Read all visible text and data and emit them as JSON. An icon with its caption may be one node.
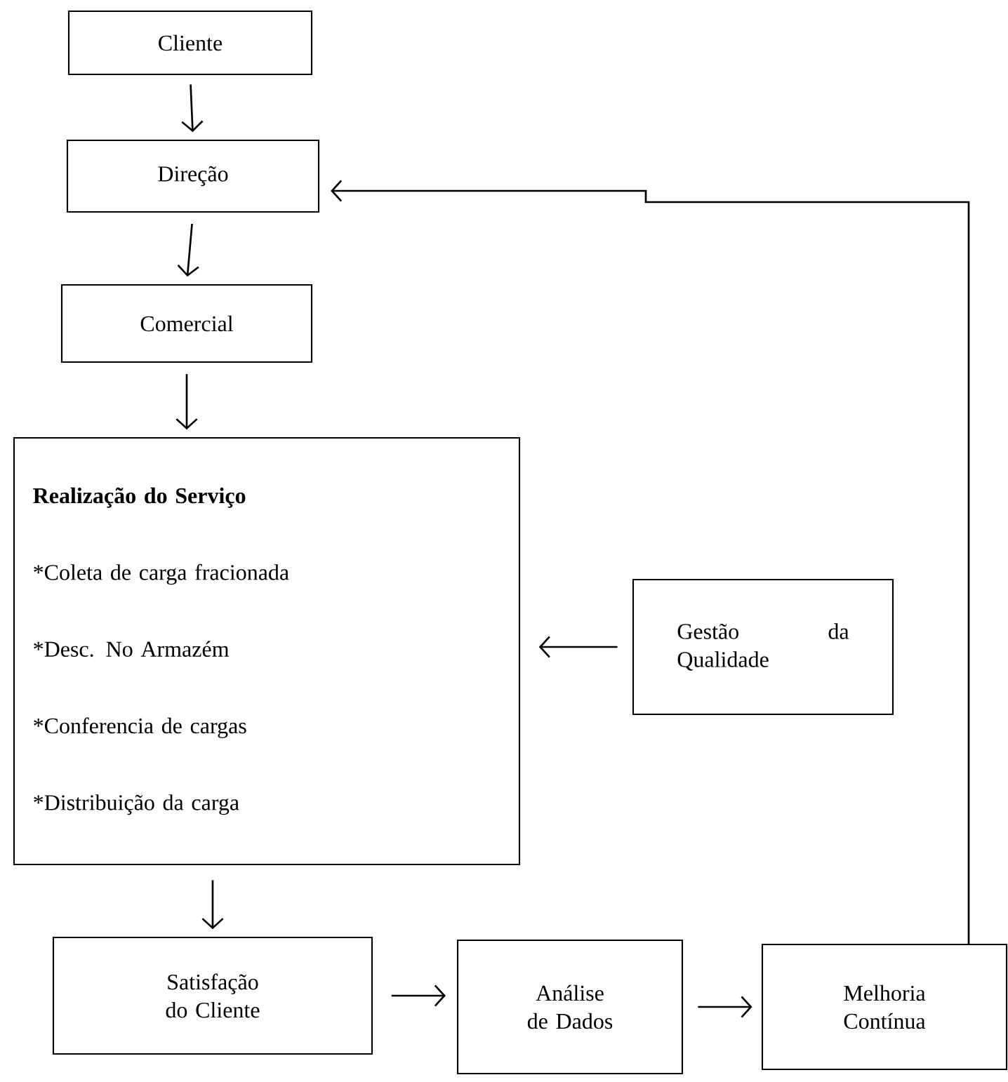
{
  "diagram": {
    "nodes": [
      {
        "text": [
          "Cliente"
        ]
      },
      {
        "text": [
          "Direção"
        ]
      },
      {
        "text": [
          "Comercial"
        ]
      },
      {
        "text": [
          "Realização do Serviço",
          "*Coleta de carga fracionada",
          "*Desc. No Armazém",
          "*Conferencia de cargas",
          "*Distribuição da carga"
        ]
      },
      {
        "text": [
          "Gestão da Qualidade"
        ]
      },
      {
        "text": [
          "Satisfação do Cliente"
        ]
      },
      {
        "text": [
          "Análise de Dados"
        ]
      },
      {
        "text": [
          "Melhoria Contínua"
        ]
      }
    ],
    "edges": [
      {
        "from": 0,
        "to": 1,
        "arrow": "to"
      },
      {
        "from": 1,
        "to": 2,
        "arrow": "to"
      },
      {
        "from": 2,
        "to": 3,
        "arrow": "to"
      },
      {
        "from": 4,
        "to": 3,
        "arrow": "to"
      },
      {
        "from": 3,
        "to": 5,
        "arrow": "to"
      },
      {
        "from": 5,
        "to": 6,
        "arrow": "to"
      },
      {
        "from": 6,
        "to": 7,
        "arrow": "to"
      },
      {
        "from": 7,
        "to": 1,
        "arrow": "to"
      }
    ]
  }
}
